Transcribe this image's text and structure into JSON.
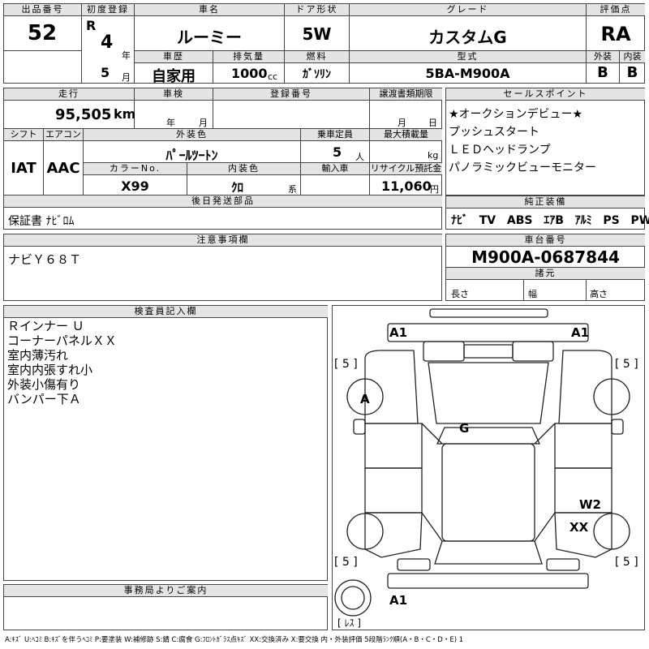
{
  "header": {
    "lot_label": "出品番号",
    "lot_no": "52",
    "reg_label": "初度登録",
    "era": "R",
    "year": "4",
    "year_unit": "年",
    "month": "5",
    "month_unit": "月",
    "name_label": "車名",
    "car_name": "ルーミー",
    "door_label": "ドア形状",
    "door": "5W",
    "grade_label": "グレード",
    "grade": "カスタムG",
    "score_label": "評価点",
    "score": "RA",
    "history_label": "車歴",
    "history": "自家用",
    "disp_label": "排気量",
    "displacement": "1000",
    "disp_unit": "cc",
    "fuel_label": "燃料",
    "fuel": "ｶﾞｿﾘﾝ",
    "model_label": "型式",
    "model": "5BA-M900A",
    "ext_label": "外装",
    "ext_grade": "B",
    "int_label": "内装",
    "int_grade": "B"
  },
  "specs": {
    "mileage_label": "走行",
    "mileage": "95,505",
    "mileage_unit": "km",
    "inspect_label": "車検",
    "inspect_year_unit": "年",
    "inspect_month_unit": "月",
    "plate_label": "登録番号",
    "transfer_label": "譲渡書類期限",
    "transfer_month_unit": "月",
    "transfer_day_unit": "日",
    "shift_label": "シフト",
    "shift": "IAT",
    "ac_label": "エアコン",
    "ac": "AAC",
    "color_label": "外装色",
    "color": "ﾊﾟｰﾙﾂｰﾄﾝ",
    "seats_label": "乗車定員",
    "seats": "5",
    "seats_unit": "人",
    "load_label": "最大積載量",
    "load_unit": "kg",
    "colorno_label": "カラーNo.",
    "colorno": "X99",
    "interior_label": "内装色",
    "interior": "ｸﾛ",
    "interior_unit": "系",
    "import_label": "輸入車",
    "recycle_label": "リサイクル預託金",
    "recycle": "11,060",
    "recycle_unit": "円"
  },
  "later_parts": {
    "label": "後日発送部品",
    "value": "保証書 ﾅﾋﾞﾛﾑ"
  },
  "notes": {
    "label": "注意事項欄",
    "value": "ナビＹ６８Ｔ"
  },
  "selling_points": {
    "label": "セールスポイント",
    "items": [
      "★オークションデビュー★",
      "プッシュスタート",
      "ＬＥＤヘッドランプ",
      "パノラミックビューモニター"
    ]
  },
  "equipment": {
    "label": "純正装備",
    "items": [
      "ﾅﾋﾞ",
      "TV",
      "ABS",
      "ｴｱB",
      "ｱﾙﾐ",
      "PS",
      "PW"
    ]
  },
  "chassis": {
    "label": "車台番号",
    "value": "M900A-0687844"
  },
  "dims": {
    "label": "諸元",
    "length": "長さ",
    "width": "幅",
    "height": "高さ"
  },
  "inspector": {
    "label": "検査員記入欄",
    "lines": [
      "Ｒインナー Ｕ",
      "コーナーパネルＸＸ",
      "室内薄汚れ",
      "室内内張すれ小",
      "外装小傷有り",
      "バンパー下Ａ"
    ]
  },
  "office": {
    "label": "事務局よりご案内"
  },
  "diagram": {
    "marks": {
      "a1_fl": "A1",
      "a1_fr": "A1",
      "a1_rear": "A1",
      "a": "A",
      "g": "G",
      "w2": "W2",
      "xx": "XX"
    },
    "tires": {
      "fl": "[ 5 ]",
      "fr": "[ 5 ]",
      "rl": "[ 5 ]",
      "rr": "[ 5 ]",
      "spare": "[ ﾚｽ ]"
    }
  },
  "legend": "A:ｷｽﾞ U:ﾍｺﾐ B:ｷｽﾞを伴うﾍｺﾐ P:要塗装 W:補修跡 S:錆 C:腐食 G:ﾌﾛﾝﾄｶﾞﾗｽ点ｷｽﾞ XX:交換済み X:要交換  内・外装評価  5段階ﾗﾝｸ順(A・B・C・D・E) 1"
}
